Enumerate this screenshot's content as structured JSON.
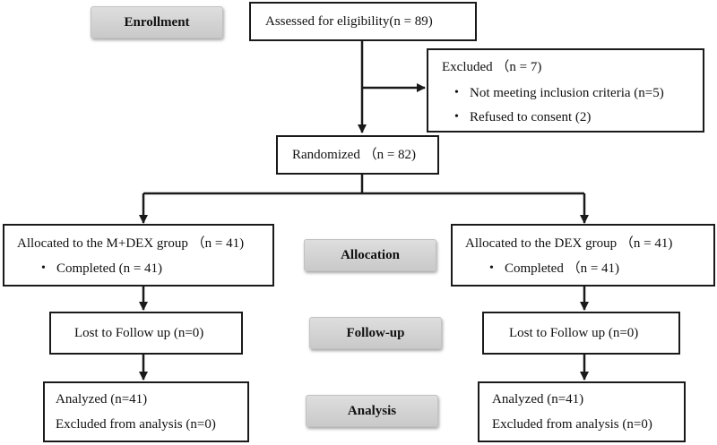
{
  "stages": {
    "enrollment": "Enrollment",
    "allocation": "Allocation",
    "follow_up": "Follow-up",
    "analysis": "Analysis"
  },
  "assessed": "Assessed for eligibility(n = 89)",
  "excluded": {
    "title": "Excluded （n = 7)",
    "reasons": [
      "Not meeting inclusion criteria (n=5)",
      "Refused to consent (2)"
    ]
  },
  "randomized": "Randomized （n = 82)",
  "left_arm": {
    "allocated": "Allocated to the M+DEX group （n = 41)",
    "completed": "Completed (n = 41)",
    "lost": "Lost to Follow up (n=0)",
    "analyzed": "Analyzed (n=41)",
    "excluded_analysis": "Excluded from analysis (n=0)"
  },
  "right_arm": {
    "allocated": "Allocated to the DEX group （n = 41)",
    "completed": "Completed （n = 41)",
    "lost": "Lost to Follow up (n=0)",
    "analyzed": "Analyzed (n=41)",
    "excluded_analysis": "Excluded from analysis (n=0)"
  }
}
